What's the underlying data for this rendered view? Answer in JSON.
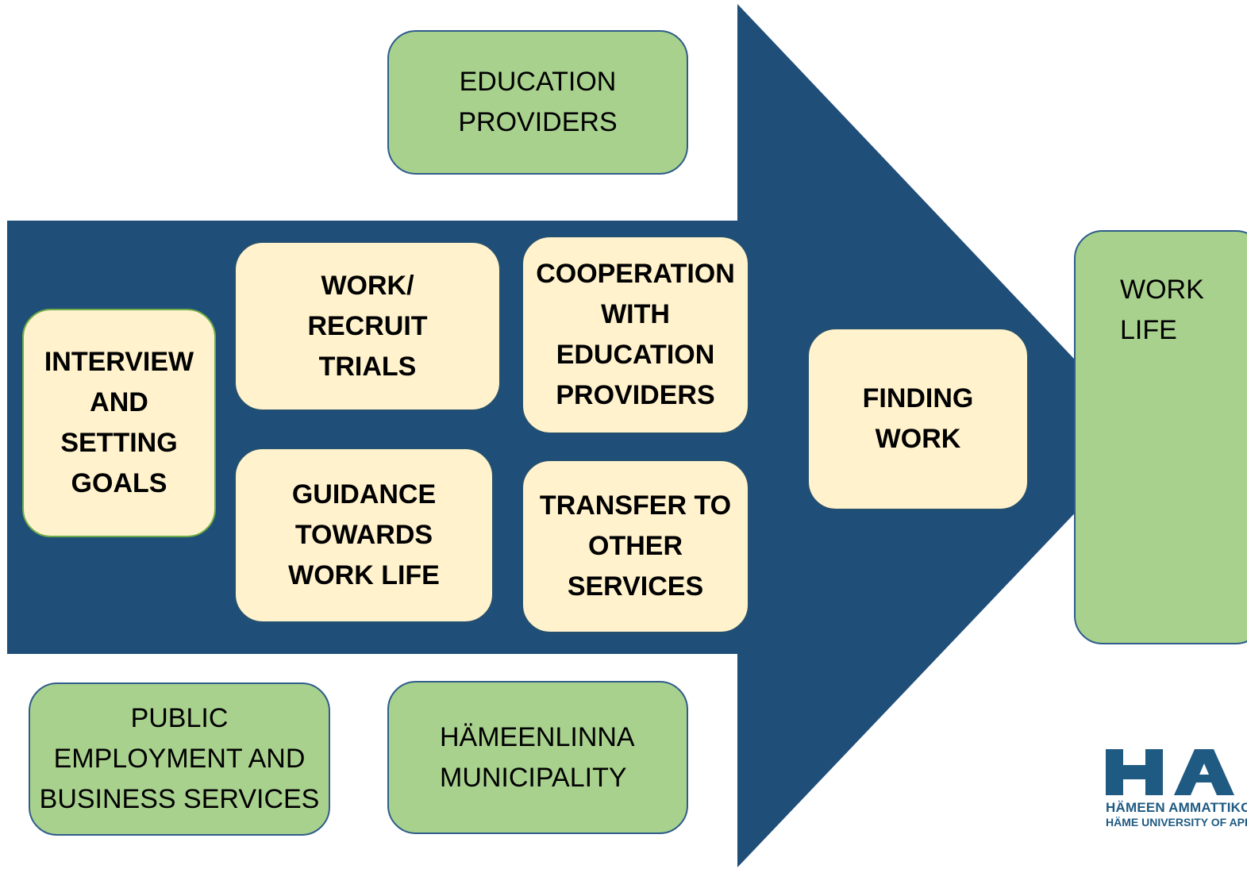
{
  "boxes": {
    "education_providers": "EDUCATION\nPROVIDERS",
    "interview_setting_goals": "INTERVIEW\nAND\nSETTING\nGOALS",
    "work_recruit_trials": "WORK/\nRECRUIT\nTRIALS",
    "cooperation_education": "COOPERATION\nWITH\nEDUCATION\nPROVIDERS",
    "guidance_work_life": "GUIDANCE\nTOWARDS\nWORK LIFE",
    "transfer_services": "TRANSFER TO\nOTHER\nSERVICES",
    "finding_work": "FINDING\nWORK",
    "work_life": "WORK\nLIFE",
    "public_employment": "PUBLIC\nEMPLOYMENT AND\nBUSINESS SERVICES",
    "hameenlinna": "HÄMEENLINNA\nMUNICIPALITY"
  },
  "logo": {
    "mark": "HAMK",
    "line1": "HÄMEEN AMMATTIKORKEAKOULU",
    "line2": "HÄME UNIVERSITY OF APPLIED SCIENCES"
  },
  "colors": {
    "arrow": "#1f4e79",
    "green_box": "#a9d18e",
    "cream_box": "#fff2cc",
    "logo": "#1f5a83"
  }
}
